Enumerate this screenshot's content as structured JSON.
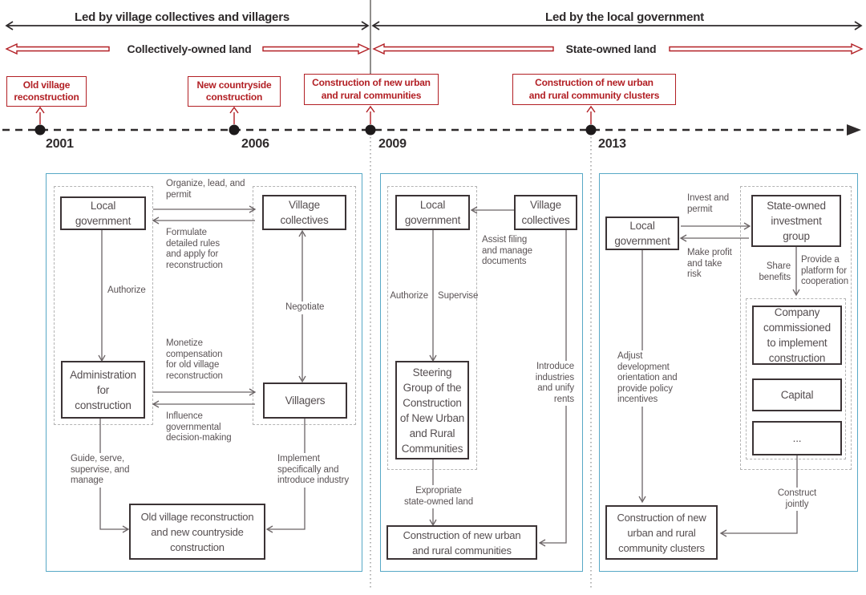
{
  "header": {
    "left_phase": "Led by village collectives and villagers",
    "right_phase": "Led by the local government",
    "left_land": "Collectively-owned land",
    "right_land": "State-owned land"
  },
  "timeline": {
    "milestones": [
      {
        "year": "2001",
        "label": "Old village\nreconstruction"
      },
      {
        "year": "2006",
        "label": "New countryside\nconstruction"
      },
      {
        "year": "2009",
        "label": "Construction of new urban\nand rural communities"
      },
      {
        "year": "2013",
        "label": "Construction of new urban\nand rural community clusters"
      }
    ]
  },
  "panels": [
    {
      "boxes": {
        "local_government": "Local\ngovernment",
        "village_collectives": "Village\ncollectives",
        "administration": "Administration\nfor\nconstruction",
        "villagers": "Villagers",
        "outcome": "Old village reconstruction\nand new countryside\nconstruction"
      },
      "labels": {
        "organize": "Organize, lead, and\npermit",
        "formulate": "Formulate\ndetailed rules\nand apply for\nreconstruction",
        "authorize": "Authorize",
        "negotiate": "Negotiate",
        "monetize": "Monetize\ncompensation\nfor old village\nreconstruction",
        "influence": "Influence\ngovernmental\ndecision-making",
        "guide": "Guide, serve,\nsupervise, and\nmanage",
        "implement": "Implement\nspecifically and\nintroduce industry"
      }
    },
    {
      "boxes": {
        "local_government": "Local\ngovernment",
        "village_collectives": "Village\ncollectives",
        "steering_group": "Steering\nGroup of the\nConstruction\nof New Urban\nand Rural\nCommunities",
        "outcome": "Construction of new urban\nand rural communities"
      },
      "labels": {
        "assist": "Assist filing\nand manage\ndocuments",
        "authorize": "Authorize",
        "supervise": "Supervise",
        "expropriate": "Expropriate\nstate-owned land",
        "introduce": "Introduce\nindustries\nand unify\nrents"
      }
    },
    {
      "boxes": {
        "local_government": "Local\ngovernment",
        "investment_group": "State-owned\ninvestment\ngroup",
        "company": "Company\ncommissioned\nto implement\nconstruction",
        "capital": "Capital",
        "others": "...",
        "outcome": "Construction of new\nurban and rural\ncommunity clusters"
      },
      "labels": {
        "invest": "Invest and\npermit",
        "profit": "Make profit\nand take\nrisk",
        "share": "Share\nbenefits",
        "platform": "Provide a\nplatform for\ncooperation",
        "adjust": "Adjust\ndevelopment\norientation and\nprovide policy\nincentives",
        "construct": "Construct\njointly"
      }
    }
  ],
  "colors": {
    "accent_red": "#b21f24",
    "panel_border": "#57a8c6",
    "flow_line": "#6b6466",
    "box_border": "#3b3335",
    "text_dark": "#2e2a2b",
    "text_gray": "#5a5355"
  }
}
